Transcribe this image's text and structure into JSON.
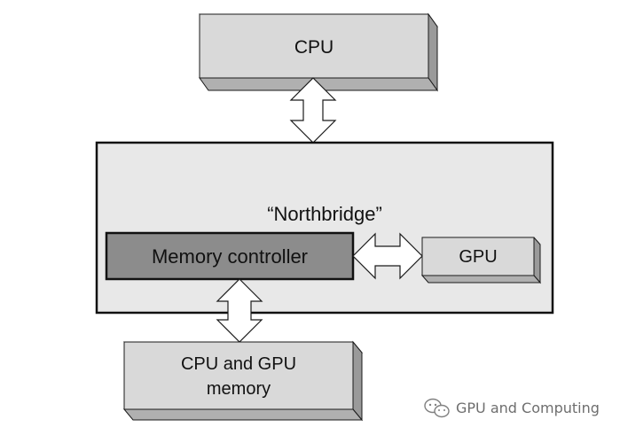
{
  "diagram": {
    "nodes": {
      "cpu": {
        "label": "CPU"
      },
      "northbridge": {
        "label": "“Northbridge”"
      },
      "memory_controller": {
        "label": "Memory controller"
      },
      "gpu": {
        "label": "GPU"
      },
      "shared_memory": {
        "line1": "CPU and GPU",
        "line2": "memory"
      }
    },
    "connections": [
      {
        "from": "CPU",
        "to": "“Northbridge”",
        "style": "double-arrow"
      },
      {
        "from": "Memory controller",
        "to": "GPU",
        "style": "double-arrow"
      },
      {
        "from": "Memory controller",
        "to": "CPU and GPU memory",
        "style": "double-arrow"
      }
    ],
    "colors": {
      "box_fill": "#d9d9d9",
      "box_shade": "#a6a6a6",
      "northbridge_fill": "#e8e8e8",
      "memory_controller_fill": "#8c8c8c",
      "stroke": "#1a1a1a",
      "arrow_fill": "#ffffff"
    }
  },
  "watermark": {
    "text": "GPU and Computing",
    "icon": "wechat-icon"
  }
}
